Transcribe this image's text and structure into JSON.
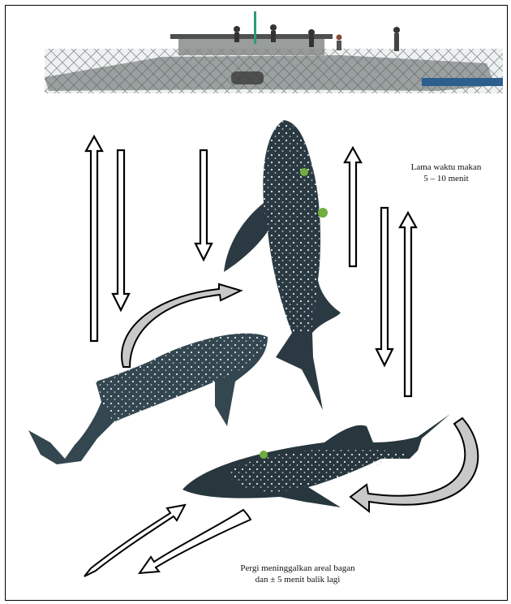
{
  "captions": {
    "feeding_time": {
      "line1": "Lama waktu makan",
      "line2": "5 – 10 menit"
    },
    "leave_return": {
      "line1": "Pergi meninggalkan areal bagan",
      "line2": "dan ± 5 menit balik lagi"
    }
  },
  "colors": {
    "shark_body": "#2b3a42",
    "shark_spots": "#dfe7ea",
    "bagan_frame": "#5a5e5c",
    "sea": "#8d99a0",
    "arrow_fill": "#ffffff",
    "arrow_stroke": "#000000",
    "curve_fill": "#c8c8c8"
  }
}
